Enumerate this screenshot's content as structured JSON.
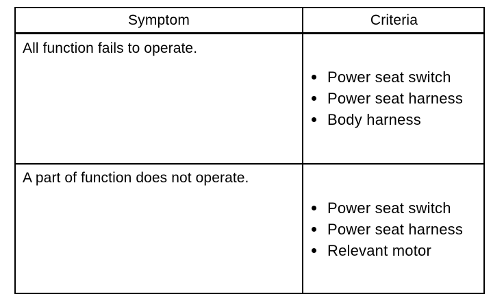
{
  "table": {
    "headers": {
      "symptom": "Symptom",
      "criteria": "Criteria"
    },
    "rows": [
      {
        "symptom": "All function fails to operate.",
        "criteria": [
          "Power seat switch",
          "Power seat harness",
          "Body harness"
        ]
      },
      {
        "symptom": "A part of function does not operate.",
        "criteria": [
          "Power seat switch",
          "Power seat harness",
          "Relevant motor"
        ]
      }
    ]
  }
}
